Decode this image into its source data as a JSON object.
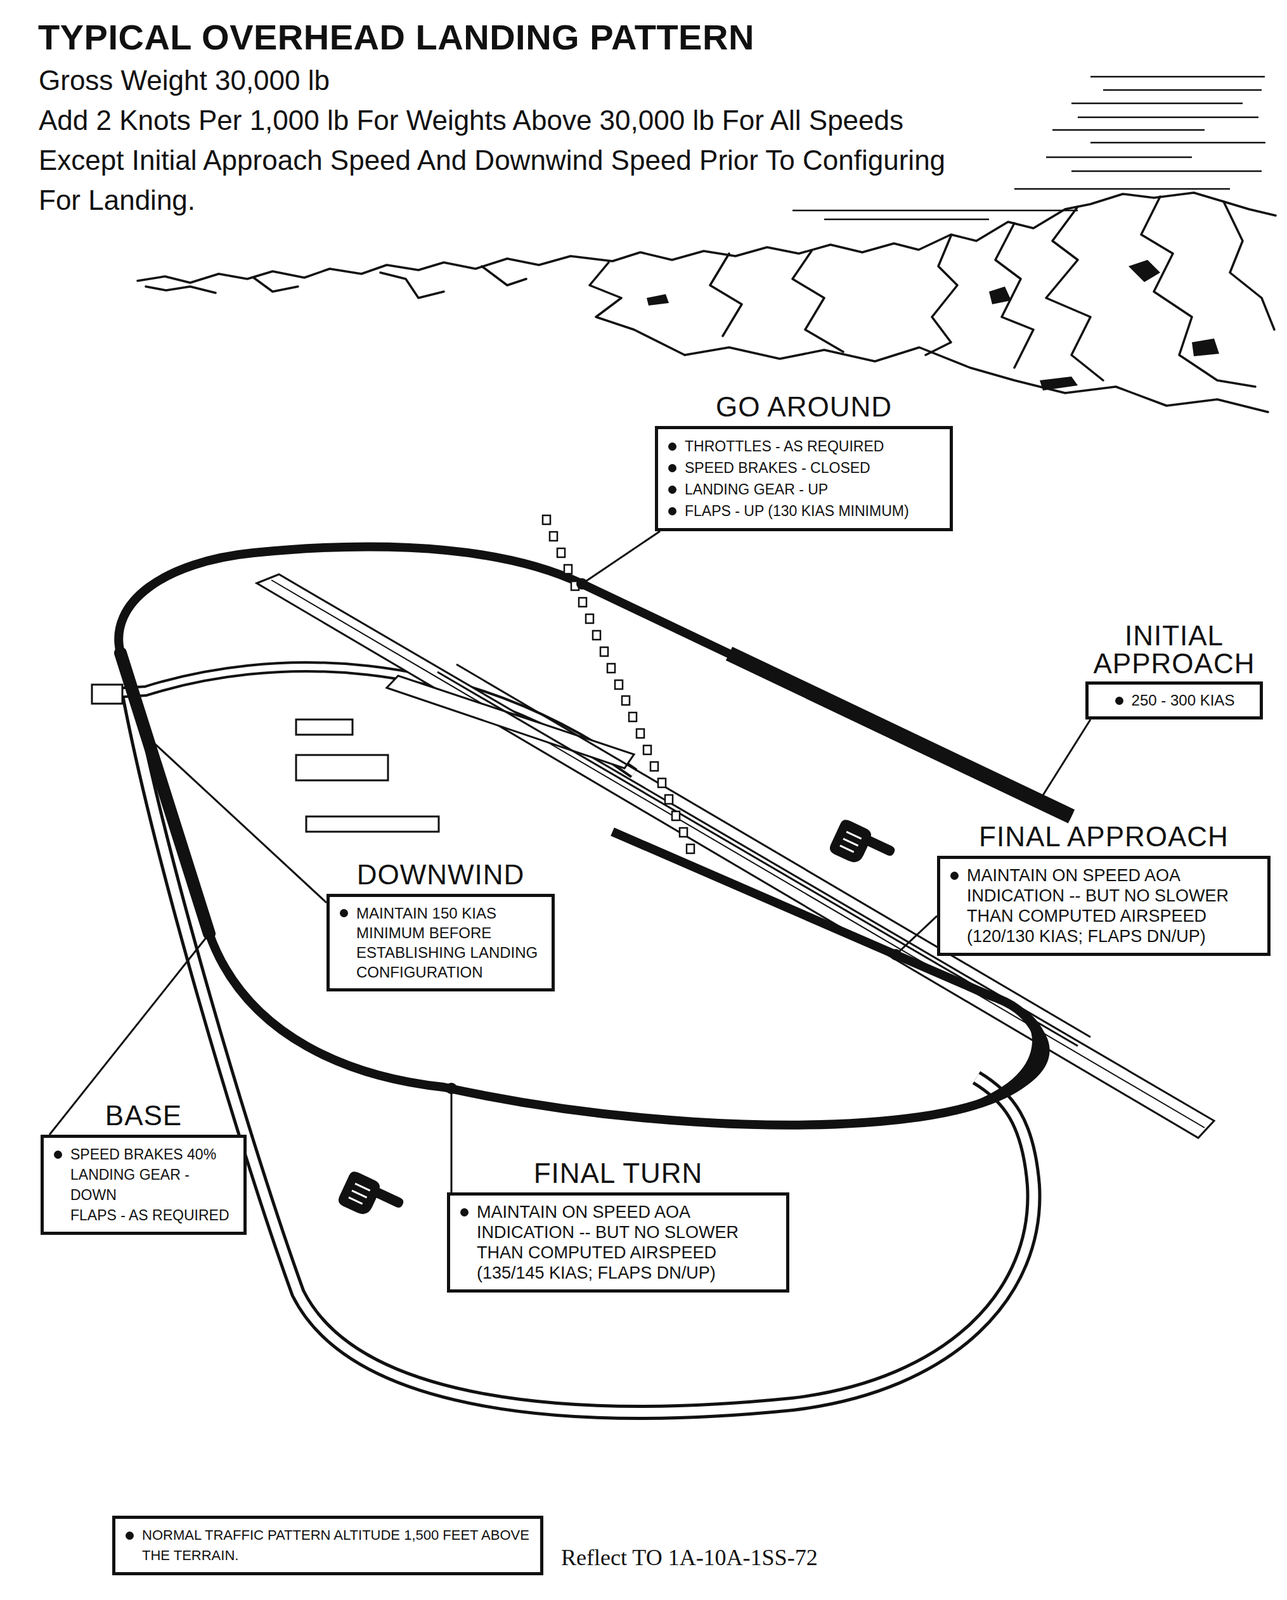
{
  "diagram": {
    "title": "TYPICAL OVERHEAD LANDING PATTERN",
    "caption": "Reflect TO 1A-10A-1SS-72",
    "nodes": [
      {
        "text": [
          "GO AROUND",
          "THROTTLES - AS REQUIRED",
          "SPEED BRAKES - CLOSED",
          "LANDING GEAR - UP",
          "FLAPS - UP (130 KIAS MINIMUM)"
        ]
      },
      {
        "text": [
          "INITIAL APPROACH",
          "250 - 300 KIAS"
        ]
      },
      {
        "text": [
          "FINAL APPROACH",
          "MAINTAIN ON SPEED AOA INDICATION -- BUT NO SLOWER THAN COMPUTED AIRSPEED (120/130 KIAS; FLAPS DN/UP)"
        ]
      },
      {
        "text": [
          "DOWNWIND",
          "MAINTAIN 150 KIAS MINIMUM BEFORE ESTABLISHING LANDING CONFIGURATION"
        ]
      },
      {
        "text": [
          "BASE",
          "SPEED BRAKES 40%",
          "LANDING GEAR - DOWN",
          "FLAPS - AS REQUIRED"
        ]
      },
      {
        "text": [
          "FINAL TURN",
          "MAINTAIN ON SPEED AOA INDICATION -- BUT NO SLOWER THAN COMPUTED AIRSPEED (135/145 KIAS; FLAPS DN/UP)"
        ]
      },
      {
        "text": [
          "NORMAL TRAFFIC PATTERN ALTITUDE 1,500 FEET ABOVE THE TERRAIN."
        ]
      }
    ],
    "labels": [
      "Gross Weight 30,000 lb",
      "Add 2 Knots Per 1,000 lb For Weights Above 30,000 lb For All Speeds Except Initial Approach Speed And Downwind Speed Prior To Configuring For Landing."
    ]
  }
}
